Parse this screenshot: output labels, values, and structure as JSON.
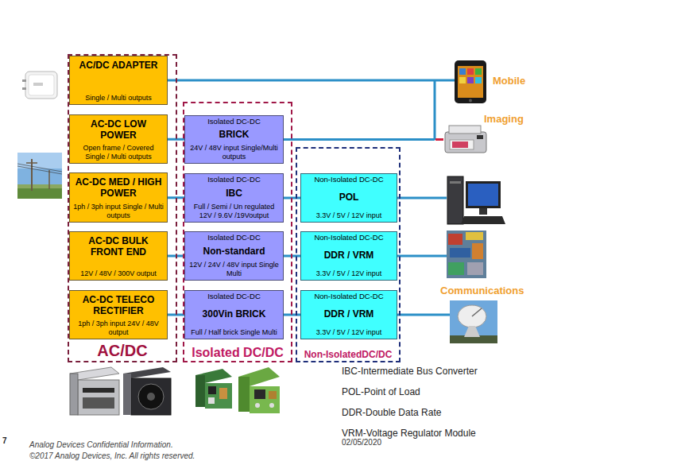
{
  "diagram": {
    "nodes": [
      {
        "text": [
          "AC/DC"
        ]
      },
      {
        "text": [
          "AC/DC ADAPTER",
          "Single / Multi outputs"
        ],
        "in": 0
      },
      {
        "text": [
          "AC-DC LOW POWER",
          "Open frame / Covered Single / Multi outputs"
        ],
        "in": 0
      },
      {
        "text": [
          "AC-DC MED / HIGH POWER",
          "1ph / 3ph input Single / Multi outputs"
        ],
        "in": 0
      },
      {
        "text": [
          "AC-DC BULK FRONT END",
          "12V / 48V / 300V output"
        ],
        "in": 0
      },
      {
        "text": [
          "AC-DC TELECO RECTIFIER",
          "1ph / 3ph input 24V / 48V output"
        ],
        "in": 0
      },
      {
        "text": [
          "Isolated DC/DC"
        ]
      },
      {
        "text": [
          "Isolated DC-DC",
          "BRICK",
          "24V / 48V input Single/Multi outputs"
        ],
        "in": 6
      },
      {
        "text": [
          "Isolated DC-DC",
          "IBC",
          "Full / Semi / Un regulated 12V / 9.6V /19Voutput"
        ],
        "in": 6
      },
      {
        "text": [
          "Isolated DC-DC",
          "Non-standard",
          "12V / 24V / 48V input Single Multi"
        ],
        "in": 6
      },
      {
        "text": [
          "Isolated DC-DC",
          "300Vin BRICK",
          "Full / Half brick Single Multi"
        ],
        "in": 6
      },
      {
        "text": [
          "Non-IsolatedDC/DC"
        ]
      },
      {
        "text": [
          "Non-Isolated DC-DC",
          "POL",
          "3.3V / 5V / 12V input"
        ],
        "in": 11
      },
      {
        "text": [
          "Non-Isolated DC-DC",
          "DDR / VRM",
          "3.3V / 5V / 12V input"
        ],
        "in": 11
      },
      {
        "text": [
          "Non-Isolated DC-DC",
          "DDR / VRM",
          "3.3V / 5V / 12V input"
        ],
        "in": 11
      }
    ],
    "edges": [
      {
        "from": 2,
        "to": 7,
        "arrow": "none"
      },
      {
        "from": 3,
        "to": 8,
        "arrow": "none"
      },
      {
        "from": 8,
        "to": 12,
        "arrow": "none"
      },
      {
        "from": 4,
        "to": 9,
        "arrow": "none"
      },
      {
        "from": 9,
        "to": 13,
        "arrow": "none"
      },
      {
        "from": 5,
        "to": 10,
        "arrow": "none"
      },
      {
        "from": 10,
        "to": 14,
        "arrow": "none"
      }
    ],
    "labels": [
      "Mobile",
      "Imaging",
      "Communications",
      "IBC-Intermediate Bus Converter",
      "POL-Point of Load",
      "DDR-Double Data Rate",
      "VRM-Voltage Regulator Module",
      "02/05/2020",
      "7",
      "Analog Devices Confidential Information.",
      "©2017 Analog Devices, Inc. All rights reserved."
    ]
  }
}
